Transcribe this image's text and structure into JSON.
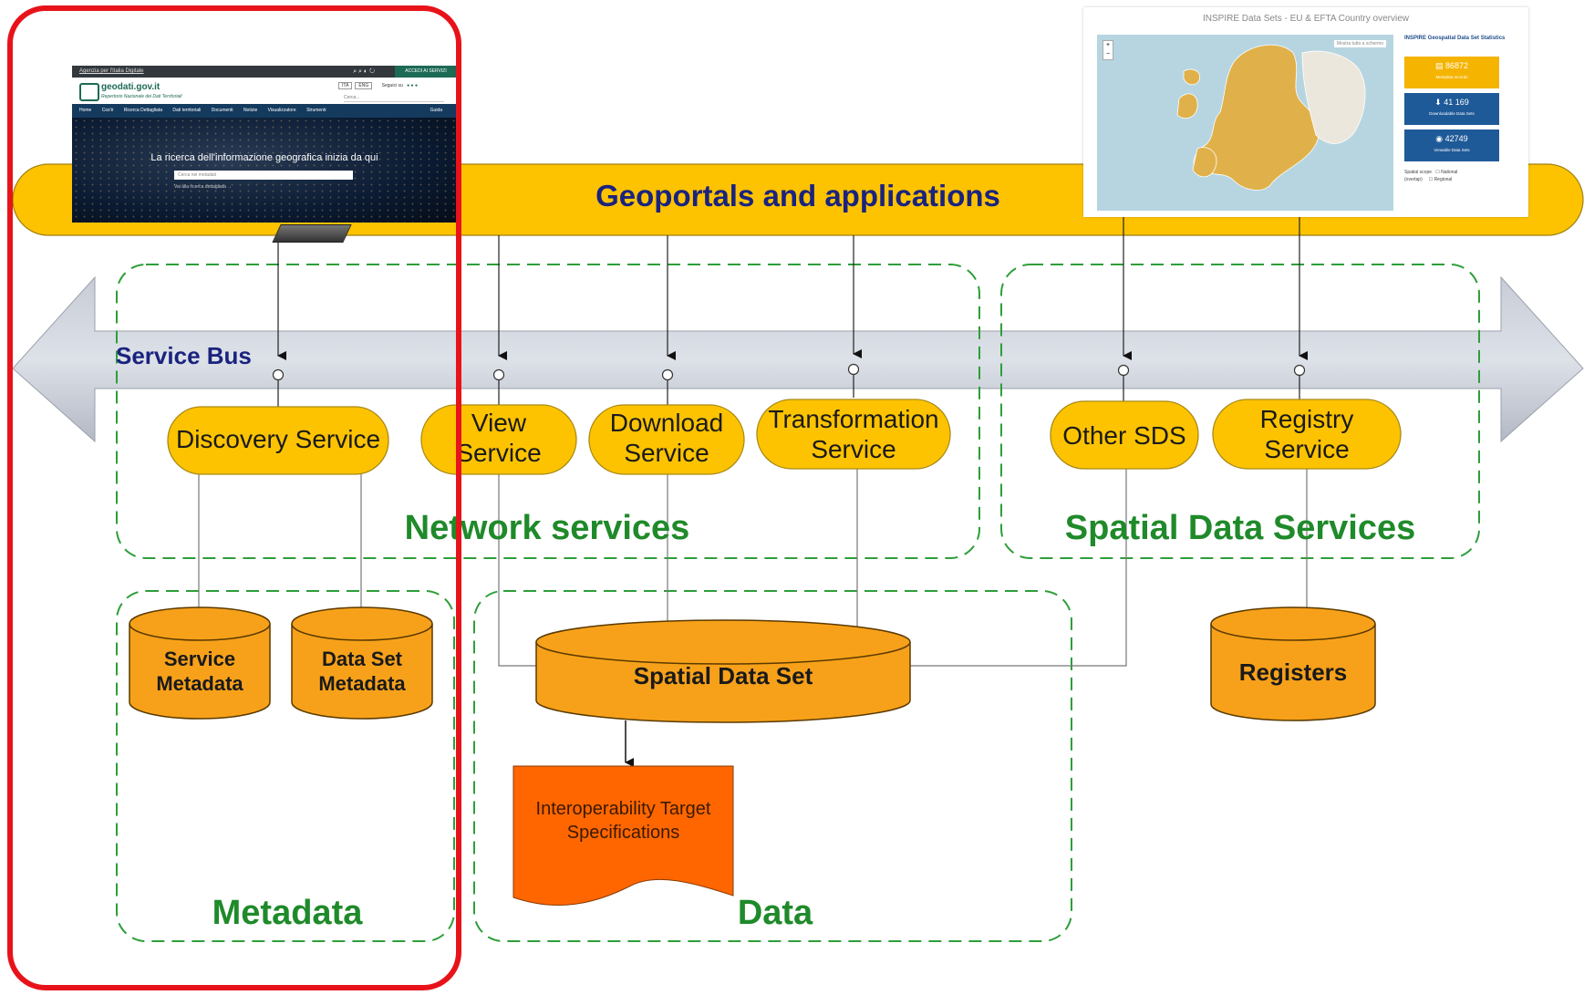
{
  "header_bar": {
    "label": "Geoportals and applications"
  },
  "service_bus": {
    "label": "Service Bus"
  },
  "services": {
    "discovery": "Discovery Service",
    "view_1": "View",
    "view_2": "Service",
    "download_1": "Download",
    "download_2": "Service",
    "transformation_1": "Transformation",
    "transformation_2": "Service",
    "other_sds": "Other SDS",
    "registry_1": "Registry",
    "registry_2": "Service"
  },
  "groups": {
    "network": "Network services",
    "spatial": "Spatial Data Services",
    "metadata": "Metadata",
    "data": "Data"
  },
  "stores": {
    "service_metadata_1": "Service",
    "service_metadata_2": "Metadata",
    "dataset_metadata_1": "Data Set",
    "dataset_metadata_2": "Metadata",
    "spatial_data_set": "Spatial Data Set",
    "registers": "Registers"
  },
  "document": {
    "line1": "Interoperability Target",
    "line2": "Specifications"
  },
  "geodati": {
    "agency": "Agenzia per l'Italia Digitale",
    "accedi": "ACCEDI AI SERVIZI",
    "site": "geodati.gov.it",
    "subtitle": "Repertorio Nazionale dei Dati Territoriali",
    "lang_it": "ITA",
    "lang_en": "ENG",
    "seguici": "Seguici su",
    "cerca": "Cerca...",
    "nav": [
      "Home",
      "Cos'è",
      "Ricerca Dettagliata",
      "Dati territoriali",
      "Documenti",
      "Notizie",
      "Visualizzatore",
      "Strumenti"
    ],
    "guida": "Guida",
    "hero": "La ricerca dell'informazione geografica inizia da qui",
    "search_placeholder": "Cerca nei metadati",
    "advanced": "Vai alla ricerca dettagliata →"
  },
  "inspire": {
    "title": "INSPIRE Data Sets - EU & EFTA Country overview",
    "stats_title": "INSPIRE Geospatial Data Set Statistics",
    "map_button": "Mostra tutto a schermo",
    "metadata_value": "86872",
    "metadata_label": "Metadata records",
    "download_value": "41 169",
    "download_label": "Downloadable Data Sets",
    "view_value": "42749",
    "view_label": "Viewable Data Sets",
    "legend_1": "Spatial scope",
    "legend_2": "(overlap)",
    "legend_national": "National",
    "legend_regional": "Regional"
  },
  "colors": {
    "service_fill": "#fdc300",
    "cylinder_fill": "#f7a11a",
    "document_fill": "#ff6600",
    "group_text": "#1f8a2a",
    "dash": "#2e9e3a",
    "bus_text": "#1a237e",
    "title_text": "#1a237e",
    "highlight": "#e8131a",
    "metadata_box": "#f5b400",
    "stat_box": "#1f5a98"
  }
}
